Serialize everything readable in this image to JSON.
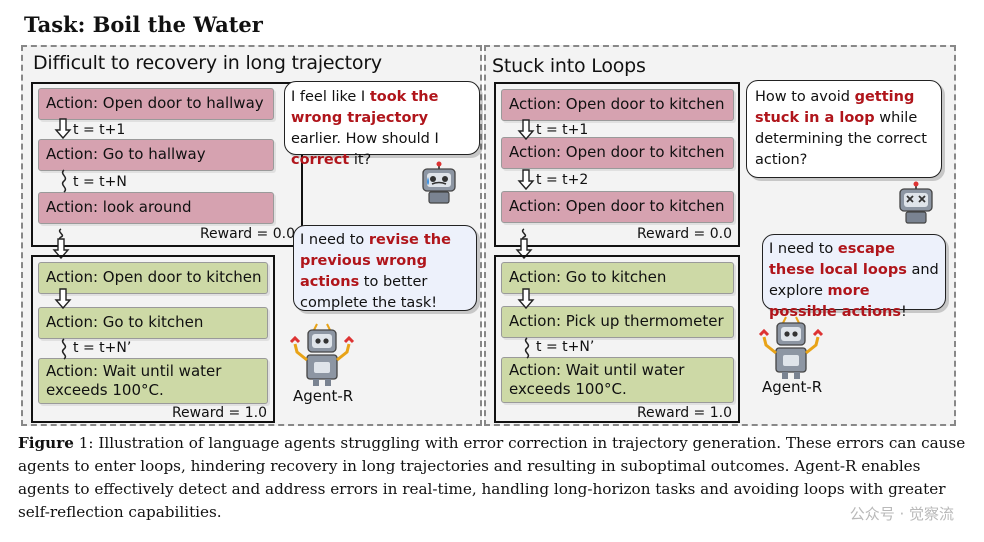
{
  "title": "Task: Boil the Water",
  "left_panel": {
    "title": "Difficult to recovery in long trajectory",
    "actions": [
      "Action: Open door to hallway",
      "Action: Go to hallway",
      "Action: look around",
      "Action: Open door to kitchen",
      "Action: Go to kitchen",
      "Action: Wait until water exceeds 100°C."
    ],
    "steps": [
      "t = t+1",
      "t = t+N",
      "t = t+N’"
    ],
    "rewards": [
      "Reward = 0.0",
      "Reward = 1.0"
    ],
    "bubble1": {
      "p1": "I feel like I ",
      "h1": "took the wrong trajectory",
      "p2": " earlier. How should I ",
      "h2": "correct",
      "p3": " it?"
    },
    "bubble2": {
      "p1": "I need to ",
      "h1": "revise the previous wrong actions",
      "p2": " to better complete the task!"
    },
    "agent_label": "Agent-R"
  },
  "right_panel": {
    "title": "Stuck into Loops",
    "actions": [
      "Action: Open door to kitchen",
      "Action: Open door to kitchen",
      "Action: Open door to kitchen",
      "Action: Go to kitchen",
      "Action: Pick up thermometer",
      "Action: Wait until water exceeds 100°C."
    ],
    "steps": [
      "t = t+1",
      "t = t+2",
      "t = t+N’"
    ],
    "rewards": [
      "Reward = 0.0",
      "Reward = 1.0"
    ],
    "bubble1": {
      "p1": "How to avoid ",
      "h1": "getting stuck in a loop",
      "p2": " while determining the correct action?"
    },
    "bubble2": {
      "p1": "I need to ",
      "h1": "escape these local loops",
      "p2": " and explore ",
      "h2": "more possible actions",
      "p3": "!"
    },
    "agent_label": "Agent-R"
  },
  "caption": {
    "label": "Figure",
    "number": " 1",
    "text": ": Illustration of language agents struggling with error correction in trajectory generation. These errors can cause agents to enter loops, hindering recovery in long trajectories and resulting in suboptimal outcomes. Agent-R enables agents to effectively detect and address errors in real-time, handling long-horizon tasks and avoiding loops with greater self-reflection capabilities."
  },
  "watermark": "公众号 · 觉察流",
  "colors": {
    "highlight": "#b0151b",
    "bad_action": "#d6a2b0",
    "good_action": "#cdd9a6",
    "bubble_blue": "#edf1fb"
  },
  "icons": [
    "robot-sad-icon",
    "robot-dizzy-icon",
    "agent-r-robot-icon",
    "down-arrow-icon",
    "squiggle-icon"
  ]
}
